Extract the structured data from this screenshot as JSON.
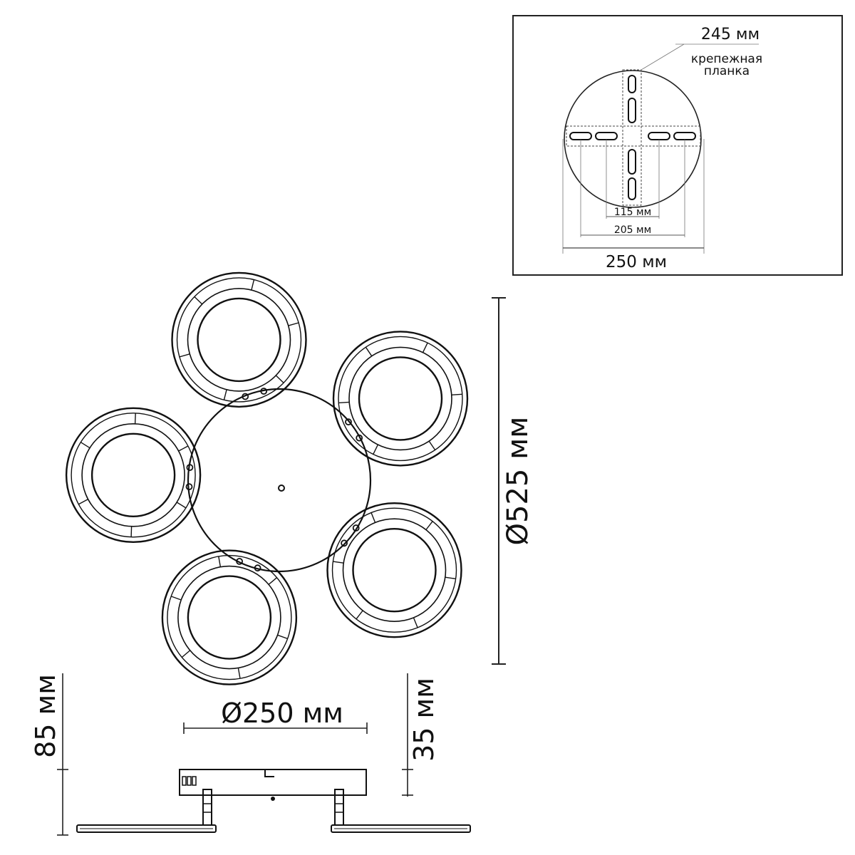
{
  "mount_plate": {
    "label": "крепежная\nпланка",
    "dim_top": "245 мм",
    "dim_inner": "115 мм",
    "dim_mid": "205 мм",
    "dim_outer": "250 мм"
  },
  "top_view": {
    "ring_count": 5,
    "overall_diameter": "Ø525 мм"
  },
  "side_view": {
    "base_diameter": "Ø250 мм",
    "total_height": "85 мм",
    "base_height": "35 мм"
  },
  "colors": {
    "line": "#111111",
    "background": "#ffffff"
  }
}
